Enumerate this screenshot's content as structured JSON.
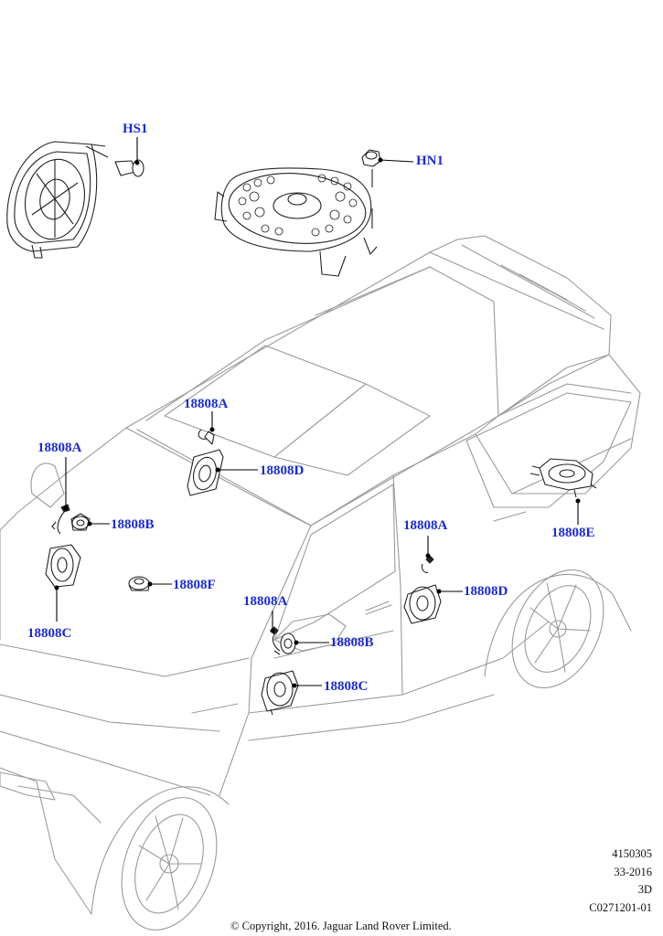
{
  "callouts": {
    "hs1": "HS1",
    "hn1": "HN1",
    "a_top": "18808A",
    "d_top": "18808D",
    "a_left": "18808A",
    "b_left": "18808B",
    "f": "18808F",
    "c_left": "18808C",
    "a_mid": "18808A",
    "b_mid": "18808B",
    "c_mid": "18808C",
    "a_right": "18808A",
    "d_right": "18808D",
    "e": "18808E"
  },
  "meta": {
    "number": "4150305",
    "year": "33-2016",
    "view": "3D",
    "code": "C0271201-01"
  },
  "copyright": "© Copyright, 2016. Jaguar Land Rover Limited.",
  "colors": {
    "callout": "#1a2ad6",
    "line": "#000000",
    "car": "#9a9a9a"
  }
}
